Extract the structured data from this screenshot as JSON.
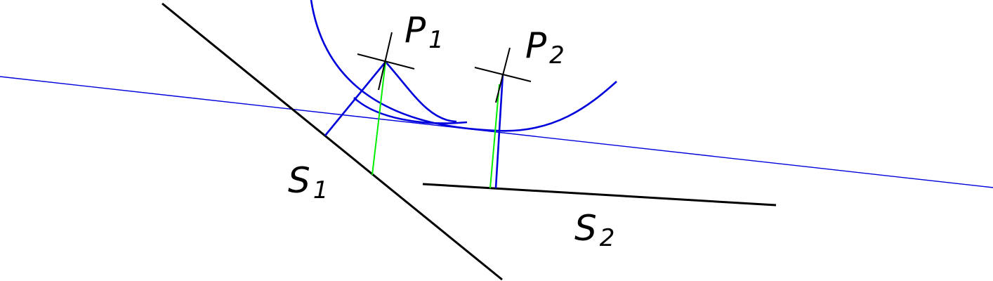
{
  "labels": {
    "p1": {
      "letter": "P",
      "subscript": "1"
    },
    "p2": {
      "letter": "P",
      "subscript": "2"
    },
    "s1": {
      "letter": "S",
      "subscript": "1"
    },
    "s2": {
      "letter": "S",
      "subscript": "2"
    }
  },
  "colors": {
    "segment": "#000000",
    "curve": "#0000dd",
    "bisector": "#0000dd",
    "projection": "#00ee00",
    "cross": "#000000"
  }
}
